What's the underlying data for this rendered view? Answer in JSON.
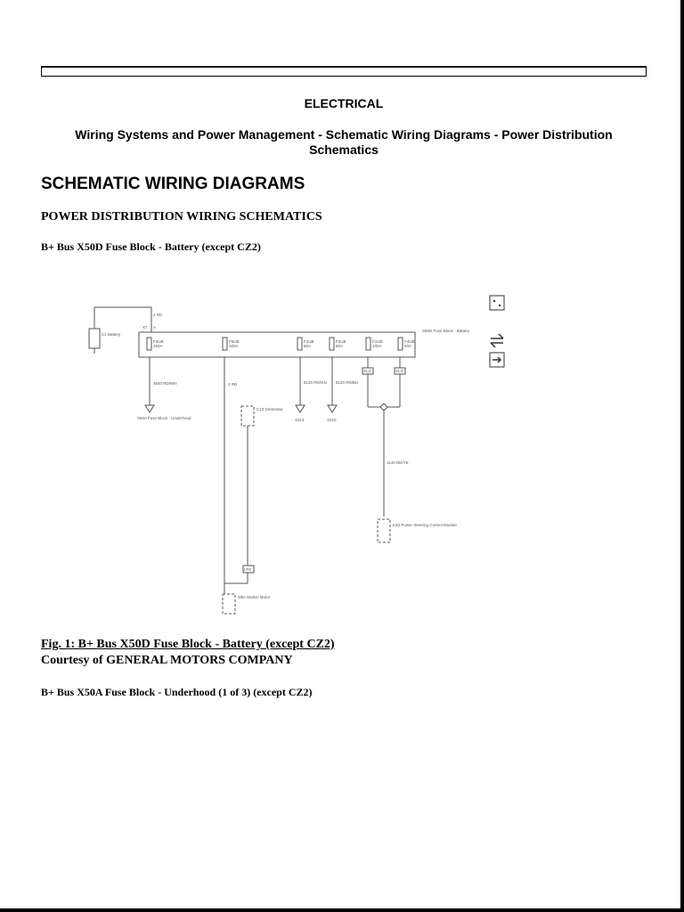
{
  "header": {
    "section": "ELECTRICAL",
    "subtitle": "Wiring Systems and Power Management - Schematic Wiring Diagrams - Power Distribution Schematics"
  },
  "content": {
    "title": "SCHEMATIC WIRING DIAGRAMS",
    "subheading": "POWER DISTRIBUTION WIRING SCHEMATICS",
    "fig1_heading": "B+ Bus X50D Fuse Block - Battery (except CZ2)",
    "fig1_caption": "Fig. 1: B+ Bus X50D Fuse Block - Battery (except CZ2)",
    "courtesy": "Courtesy of GENERAL MOTORS COMPANY",
    "next_heading": "B+ Bus X50A Fuse Block - Underhood (1 of 3) (except CZ2)"
  },
  "diagram": {
    "battery_label": "C1 Battery",
    "wire_top": "2 RD",
    "connector_x7": "X7",
    "pin_a": "A",
    "fuse_block_label": "X50D Fuse Block - Battery",
    "fuses": [
      {
        "name": "F3UB",
        "rating": "250A"
      },
      {
        "name": "F5UB",
        "rating": "300A"
      },
      {
        "name": "F1UB",
        "rating": "80A"
      },
      {
        "name": "F2UB",
        "rating": "80A"
      },
      {
        "name": "F1UB",
        "rating": "100A"
      },
      {
        "name": "F4UB",
        "rating": "80A"
      }
    ],
    "wire_4640": "4640 RD/WH",
    "x50a_label": "X50A Fuse Block - Underhood",
    "wire_2rd": "2 RD",
    "generator_label": "C13 Generator",
    "wire_5140_a": "5140 RD/GN",
    "wire_5140_b": "5140 RD/BU",
    "x213": "X213",
    "x210": "X210",
    "tag_a": "XLO",
    "tag_b": "XLO",
    "wire_1140": "1140 RD/YE",
    "power_module_label": "K43 Power Steering Control Module",
    "starter_label": "M64 Starter Motor",
    "ltg_tag": "LTG",
    "side_icons": [
      "legend-icon",
      "cross-reference-icon",
      "arrow-right-icon"
    ]
  }
}
